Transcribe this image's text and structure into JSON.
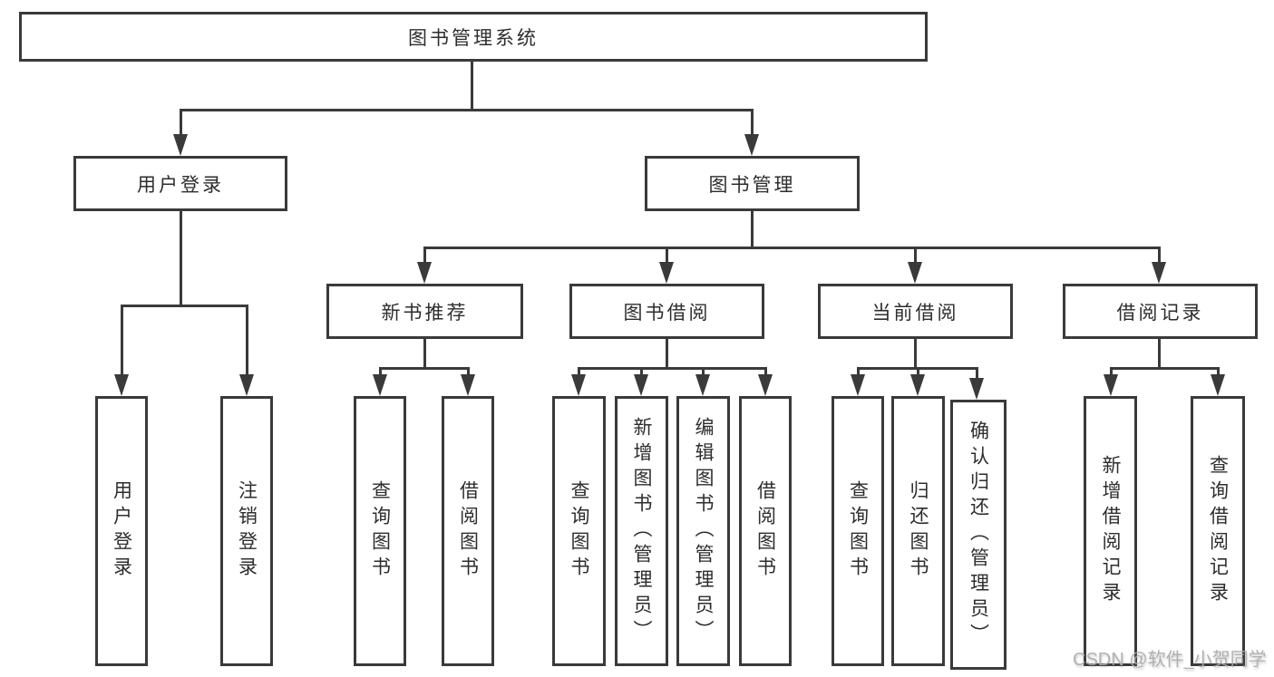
{
  "colors": {
    "line": "#3a3a3a",
    "box_border": "#3a3a3a",
    "box_fill": "#ffffff",
    "text": "#2d2d2d",
    "watermark": "#acacac"
  },
  "tree": {
    "root": {
      "label": "图书管理系统"
    },
    "level2": [
      {
        "label": "用户登录"
      },
      {
        "label": "图书管理"
      }
    ],
    "level3": [
      {
        "label": "新书推荐"
      },
      {
        "label": "图书借阅"
      },
      {
        "label": "当前借阅"
      },
      {
        "label": "借阅记录"
      }
    ],
    "leaves": {
      "login": [
        {
          "label": "用户登录"
        },
        {
          "label": "注销登录"
        }
      ],
      "recommend": [
        {
          "label": "查询图书"
        },
        {
          "label": "借阅图书"
        }
      ],
      "borrow": [
        {
          "label": "查询图书"
        },
        {
          "label": "新增图书（管理员）"
        },
        {
          "label": "编辑图书（管理员）"
        },
        {
          "label": "借阅图书"
        }
      ],
      "current": [
        {
          "label": "查询图书"
        },
        {
          "label": "归还图书"
        },
        {
          "label": "确认归还（管理员）"
        }
      ],
      "records": [
        {
          "label": "新增借阅记录"
        },
        {
          "label": "查询借阅记录"
        }
      ]
    }
  },
  "watermark": {
    "text": "CSDN @软件_小贺同学"
  }
}
